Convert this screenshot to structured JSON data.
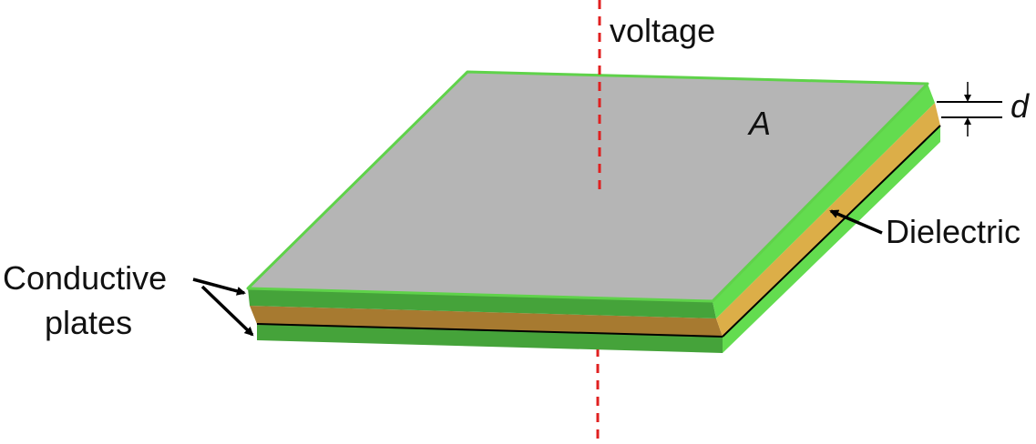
{
  "labels": {
    "voltage": "voltage",
    "area": "A",
    "thickness": "d",
    "dielectric": "Dielectric",
    "conductive_line1": "Conductive",
    "conductive_line2": "plates"
  },
  "colors": {
    "plate_top_face": "#b5b5b5",
    "plate_edge_outline": "#5fd24a",
    "conductor_front": "#45a33a",
    "conductor_side": "#63dc4f",
    "dielectric_front": "#a77a30",
    "dielectric_side": "#dcae48",
    "voltage_axis": "#e02020",
    "arrow": "#000000"
  }
}
